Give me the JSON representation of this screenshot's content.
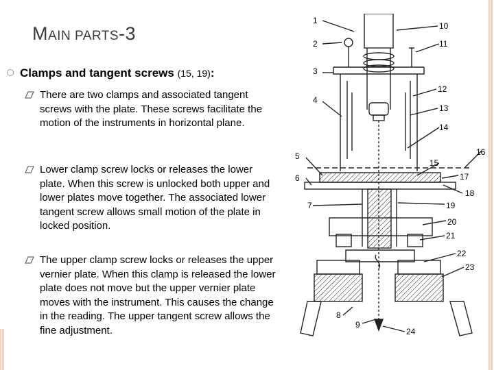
{
  "slide": {
    "title_initial": "M",
    "title_smallcaps": "AIN PARTS",
    "title_suffix": "-3",
    "heading": "Clamps and tangent screws",
    "heading_refs": "(15, 19)",
    "heading_colon": ":",
    "bullets": [
      "There are two clamps and associated tangent screws with the plate. These screws facilitate the motion of the instruments in horizontal plane.",
      "Lower clamp screw locks or releases the lower plate. When this screw is unlocked both upper and lower plates move together. The associated lower tangent screw allows small motion of the plate in locked position.",
      "The upper clamp screw locks or releases the upper vernier plate. When this clamp is released the lower plate does not move but the upper vernier plate moves with the instrument. This causes the change in the reading. The upper tangent screw allows the fine adjustment."
    ]
  },
  "figure": {
    "labels_left": [
      "1",
      "2",
      "3",
      "4",
      "5",
      "6",
      "7",
      "8",
      "9"
    ],
    "labels_right": [
      "10",
      "11",
      "12",
      "13",
      "14",
      "15",
      "16",
      "17",
      "18",
      "19",
      "20",
      "21",
      "22",
      "23",
      "24"
    ]
  },
  "colors": {
    "accent": "#f4c9b4",
    "bullet_ring": "#8aa0a8",
    "title": "#3a3a3a"
  }
}
